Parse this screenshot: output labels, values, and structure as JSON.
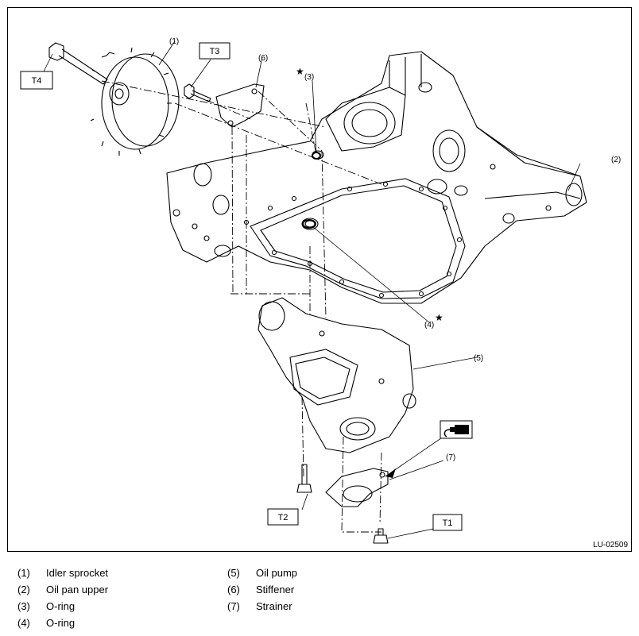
{
  "figure": {
    "id_label": "LU-02509",
    "torque_tags": [
      "T1",
      "T2",
      "T3",
      "T4"
    ],
    "callouts": [
      "(1)",
      "(2)",
      "(3)",
      "(4)",
      "(5)",
      "(6)",
      "(7)"
    ],
    "star": "★",
    "sealant_icon": "sealant-tube-icon"
  },
  "legend": [
    {
      "num": "(1)",
      "name": "Idler sprocket"
    },
    {
      "num": "(2)",
      "name": "Oil pan upper"
    },
    {
      "num": "(3)",
      "name": "O-ring"
    },
    {
      "num": "(4)",
      "name": "O-ring"
    },
    {
      "num": "(5)",
      "name": "Oil pump"
    },
    {
      "num": "(6)",
      "name": "Stiffener"
    },
    {
      "num": "(7)",
      "name": "Strainer"
    }
  ]
}
